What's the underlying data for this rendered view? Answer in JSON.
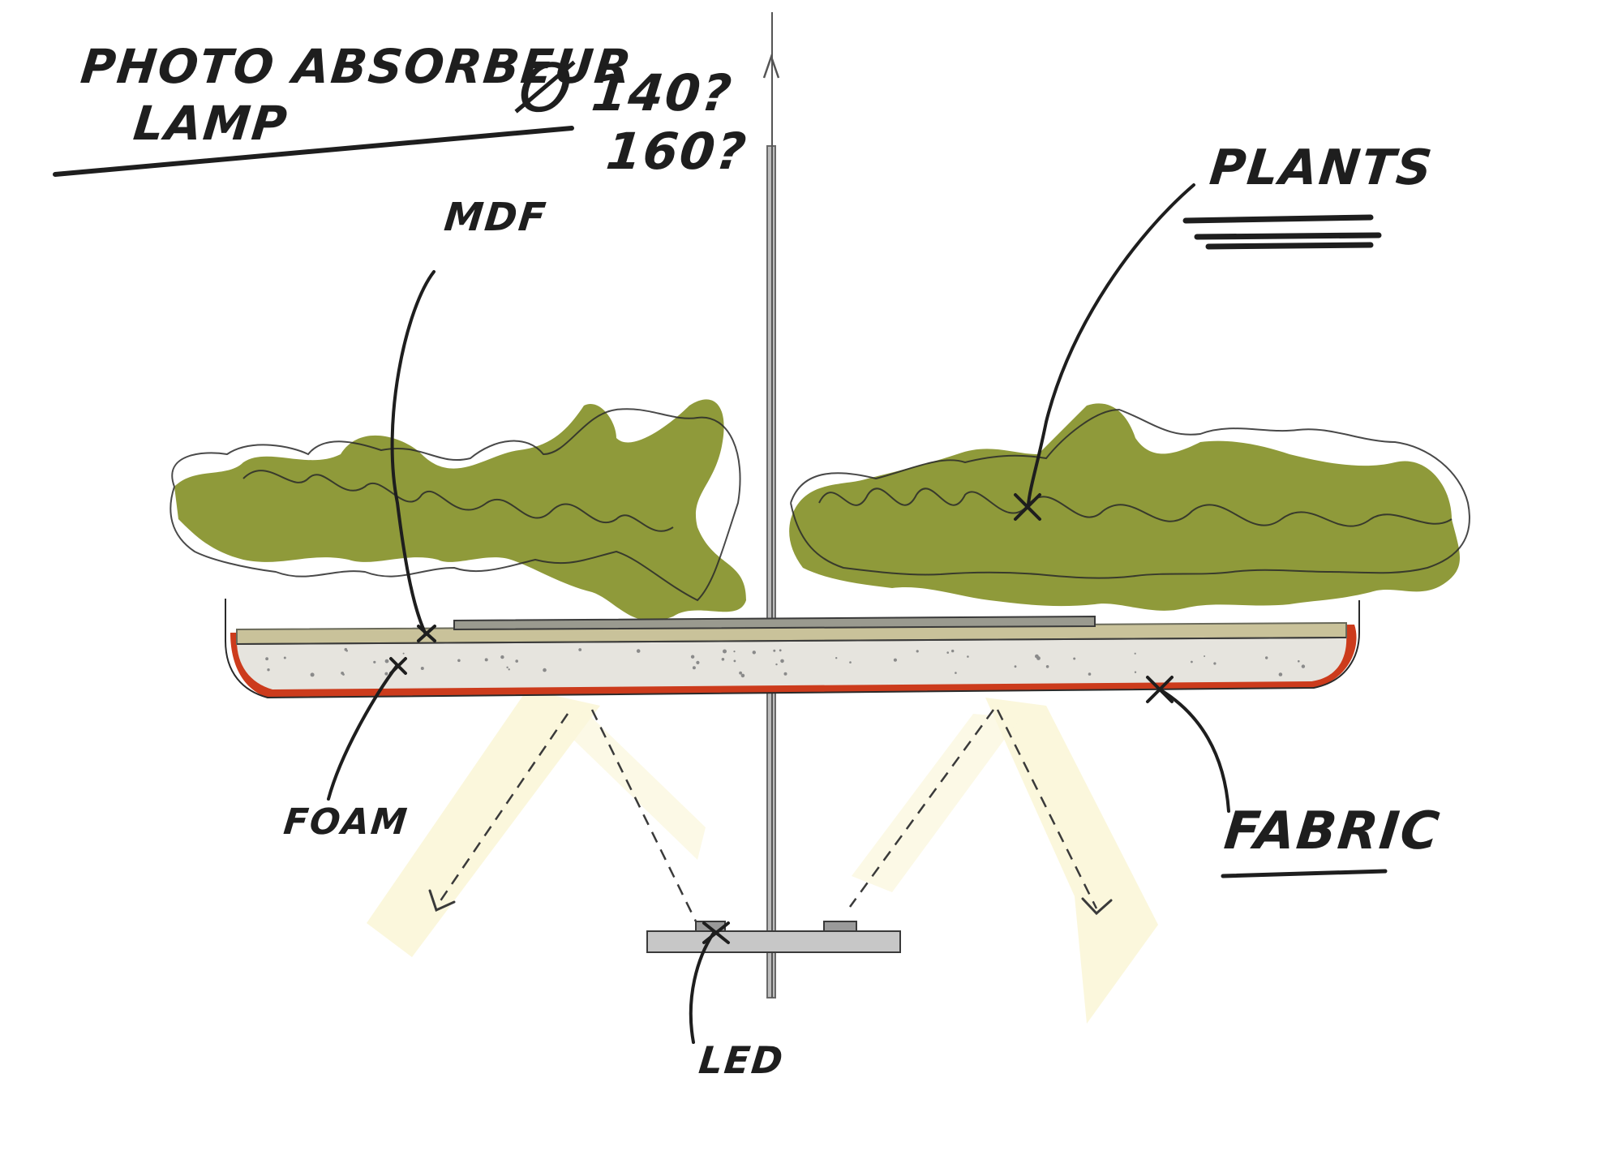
{
  "title": {
    "line1": "PHOTO ABSORBEUR",
    "line2": "LAMP"
  },
  "dimensions": {
    "diameter_symbol": "Ø",
    "option1": "140?",
    "option2": "160?"
  },
  "labels": {
    "mdf": "MDF",
    "plants": "PLANTS",
    "foam": "FOAM",
    "fabric": "FABRIC",
    "led": "LED"
  },
  "colors": {
    "foliage": "#8f9a3a",
    "foam": "#e6e4de",
    "mdf": "#c9c29a",
    "fabric": "#cc3b1c",
    "light": "#fbf7dc",
    "rod": "#bdbdbd",
    "ink": "#1e1e1e"
  }
}
